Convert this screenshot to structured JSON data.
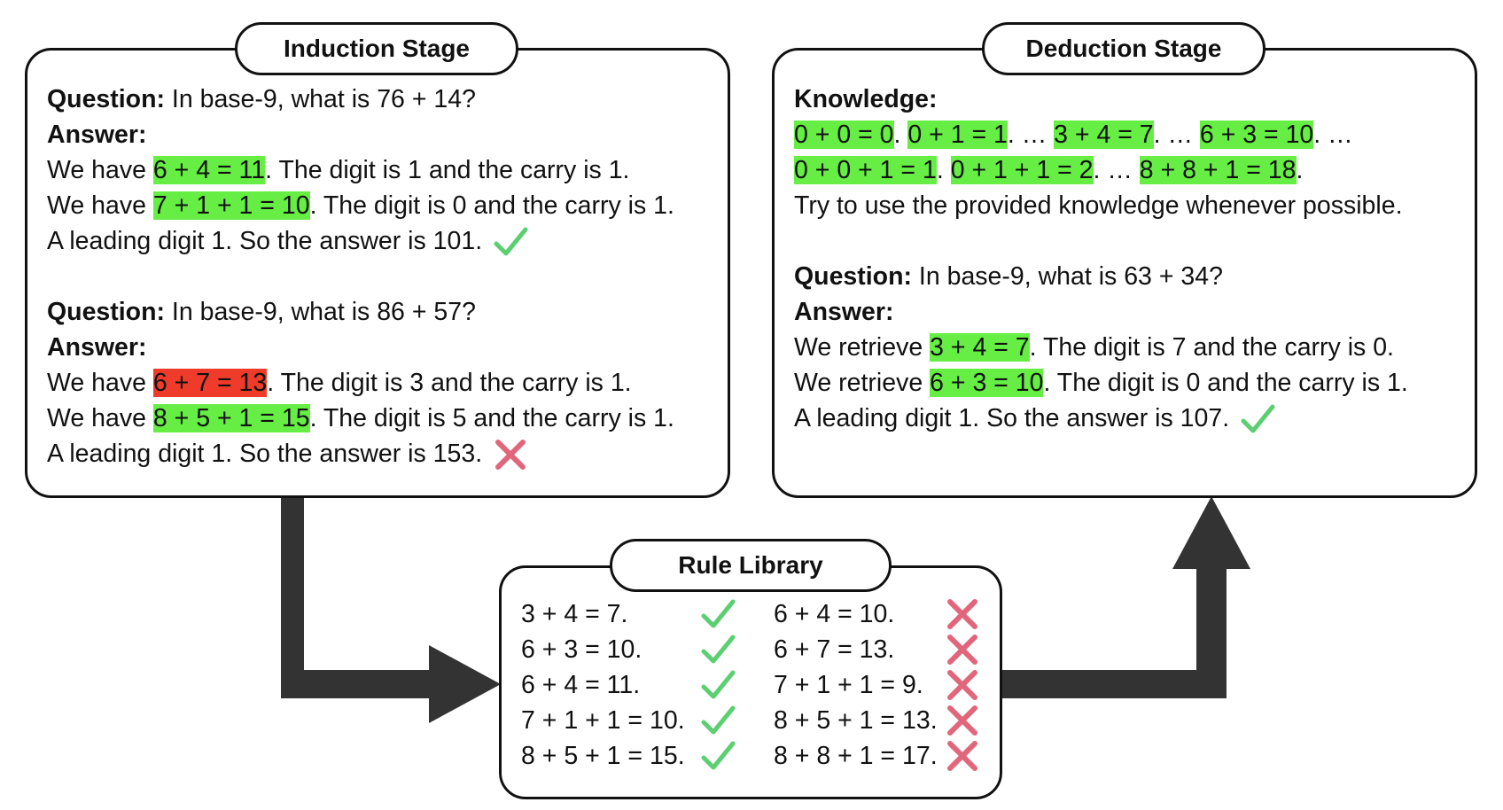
{
  "induction": {
    "title": "Induction Stage",
    "q1": {
      "question_label": "Question:",
      "question_text": " In base-9, what is 76 + 14?",
      "answer_label": "Answer:",
      "lines": [
        {
          "pre": "We have ",
          "eq": "6 + 4 = 11",
          "post": ". The digit is 1 and the carry is 1."
        },
        {
          "pre": "We have ",
          "eq": "7 + 1 + 1 = 10",
          "post": ". The digit is 0 and the carry is 1."
        }
      ],
      "conclusion": "A leading digit 1. So the answer is 101.",
      "verdict": "check-icon"
    },
    "q2": {
      "question_label": "Question:",
      "question_text": " In base-9, what is 86 + 57?",
      "answer_label": "Answer:",
      "lines": [
        {
          "pre": "We have ",
          "eq": "6 + 7 = 13",
          "post": ". The digit is 3 and the carry is 1.",
          "wrong": true
        },
        {
          "pre": "We have ",
          "eq": "8 + 5 + 1 = 15",
          "post": ". The digit is 5 and the carry is 1."
        }
      ],
      "conclusion": "A leading digit 1. So the answer is 153.",
      "verdict": "cross-icon"
    }
  },
  "deduction": {
    "title": "Deduction Stage",
    "knowledge_label": "Knowledge:",
    "knowledge_row1": {
      "k1": "0 + 0 = 0",
      "s1": ". ",
      "k2": "0 + 1 = 1",
      "s2": ". … ",
      "k3": "3 + 4 = 7",
      "s3": ". … ",
      "k4": "6 + 3 = 10",
      "s4": ". …"
    },
    "knowledge_row2": {
      "k1": "0 + 0 + 1 = 1",
      "s1": ". ",
      "k2": "0 + 1 + 1 = 2",
      "s2": ". … ",
      "k3": "8 + 8 + 1 = 18",
      "s3": "."
    },
    "instruction": "Try to use the provided knowledge whenever possible.",
    "question_label": "Question:",
    "question_text": " In base-9, what is 63 + 34?",
    "answer_label": "Answer:",
    "lines": [
      {
        "pre": "We retrieve ",
        "eq": "3 + 4 = 7",
        "post": ". The digit is 7 and the carry is 0."
      },
      {
        "pre": "We retrieve ",
        "eq": "6 + 3 = 10",
        "post": ". The digit is 0 and the carry is 1."
      }
    ],
    "conclusion": "A leading digit 1. So the answer is 107.",
    "verdict": "check-icon"
  },
  "rule_library": {
    "title": "Rule Library",
    "valid_rules": [
      "3 + 4 = 7.",
      "6 + 3 = 10.",
      "6 + 4 = 11.",
      "7 + 1 + 1 = 10.",
      "8 + 5 + 1 = 15."
    ],
    "invalid_rules": [
      "6 + 4 = 10.",
      "6 + 7 = 13.",
      "7 + 1 + 1 = 9.",
      "8 + 5 + 1 = 13.",
      "8 + 8 + 1 = 17."
    ]
  },
  "colors": {
    "highlight_green": "#66ee44",
    "highlight_red": "#ee3b2a",
    "check": "#5ccf72",
    "cross": "#e2667b",
    "arrow": "#333333"
  }
}
